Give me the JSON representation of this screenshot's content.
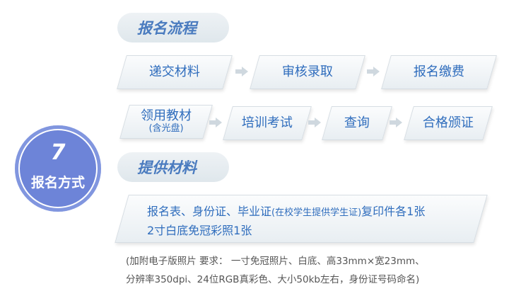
{
  "badge": {
    "number": "7",
    "label": "报名方式"
  },
  "process": {
    "heading": "报名流程",
    "steps_row1": [
      {
        "label": "递交材料"
      },
      {
        "label": "审核录取"
      },
      {
        "label": "报名缴费"
      }
    ],
    "steps_row2": [
      {
        "label": "领用教材",
        "sub": "(含光盘)"
      },
      {
        "label": "培训考试"
      },
      {
        "label": "查询"
      },
      {
        "label": "合格颁证"
      }
    ]
  },
  "materials": {
    "heading": "提供材料",
    "line1_a": "报名表、身份证、毕业证",
    "line1_small": "(在校学生提供学生证)",
    "line1_b": "复印件各1张",
    "line2": "2寸白底免冠彩照1张",
    "note_line1": "(加附电子版照片  要求：  一寸免冠照片、白底、高33mm×宽23mm、",
    "note_line2": "分辨率350dpi、24位RGB真彩色、大小50kb左右，身份证号码命名)"
  },
  "colors": {
    "accent": "#6d84d8",
    "text_blue": "#2f6dbd",
    "pill_text": "#4a7bbf"
  }
}
